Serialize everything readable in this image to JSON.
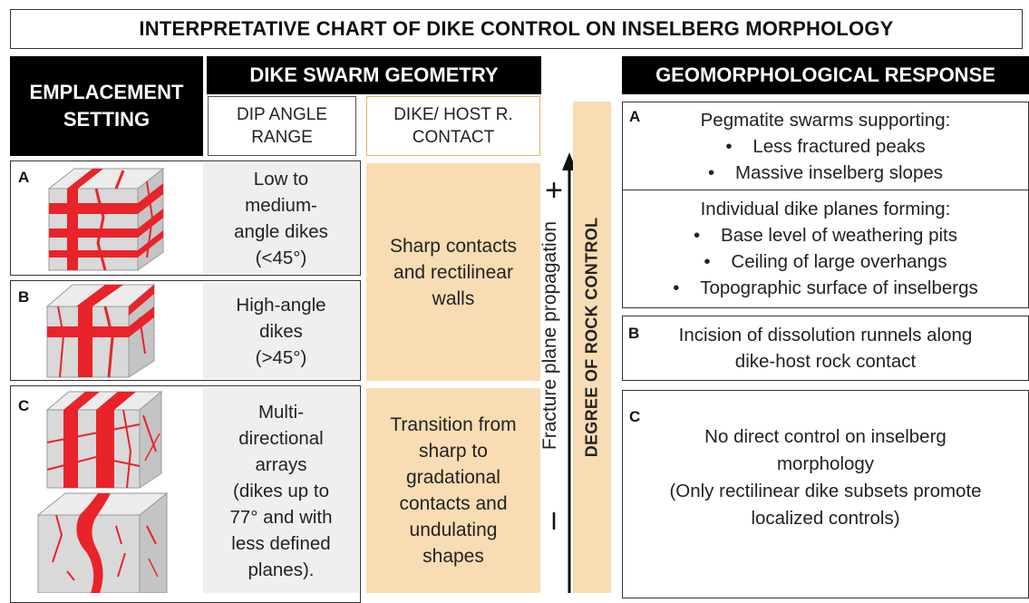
{
  "title": "INTERPRETATIVE CHART OF DIKE CONTROL ON INSELBERG MORPHOLOGY",
  "headers": {
    "emplacement": [
      "EMPLACEMENT",
      "SETTING"
    ],
    "dike_swarm": "DIKE SWARM GEOMETRY",
    "dip_angle": [
      "DIP ANGLE",
      "RANGE"
    ],
    "contact": [
      "DIKE/ HOST R.",
      "CONTACT"
    ],
    "geomorph": "GEOMORPHOLOGICAL RESPONSE"
  },
  "rows": {
    "A": {
      "letter": "A",
      "dip": [
        "Low to",
        "medium-",
        "angle dikes",
        "(<45°)"
      ]
    },
    "B": {
      "letter": "B",
      "dip": [
        "High-angle",
        "dikes",
        "(>45°)"
      ]
    },
    "C": {
      "letter": "C",
      "dip": [
        "Multi-",
        "directional",
        "arrays",
        "(dikes up to",
        "77° and with",
        "less defined",
        "planes)."
      ]
    }
  },
  "contacts": {
    "AB": [
      "Sharp contacts",
      "and rectilinear",
      "walls"
    ],
    "C": [
      "Transition from",
      "sharp to",
      "gradational",
      "contacts and",
      "undulating",
      "shapes"
    ]
  },
  "axis": {
    "plus": "+",
    "minus": "I",
    "propagation": "Fracture plane propagation",
    "degree": "DEGREE OF ROCK CONTROL"
  },
  "responses": {
    "A1": {
      "letter": "A",
      "heading": "Pegmatite swarms supporting:",
      "bullets": [
        "Less fractured peaks",
        "Massive inselberg slopes"
      ]
    },
    "A2": {
      "heading": "Individual dike planes forming:",
      "bullets": [
        "Base level of weathering pits",
        "Ceiling of large overhangs",
        "Topographic surface of inselbergs"
      ]
    },
    "B": {
      "letter": "B",
      "lines": [
        "Incision of dissolution runnels along",
        "dike-host rock contact"
      ]
    },
    "C": {
      "letter": "C",
      "lines": [
        "No direct control on inselberg",
        "morphology",
        "(Only rectilinear dike subsets promote",
        "localized controls)"
      ]
    }
  },
  "colors": {
    "dike_red": "#e8232a",
    "tan": "#f8dcb3",
    "gray_cell": "#efefef",
    "block": "#d6d6d6"
  },
  "bullet_glyph": "•"
}
